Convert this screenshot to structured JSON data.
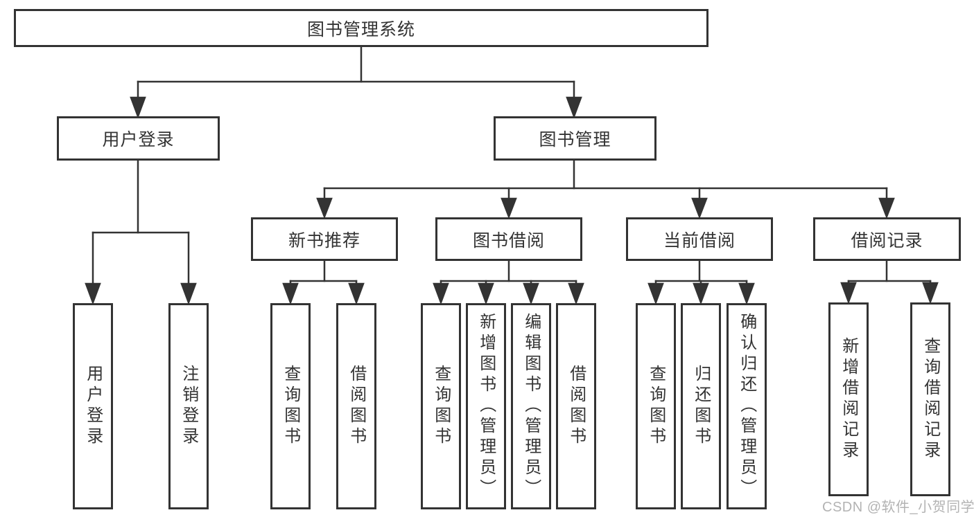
{
  "nodes": {
    "root": {
      "label": "图书管理系统"
    },
    "branches": [
      {
        "label": "用户登录"
      },
      {
        "label": "图书管理"
      }
    ],
    "modules": [
      {
        "label": "新书推荐"
      },
      {
        "label": "图书借阅"
      },
      {
        "label": "当前借阅"
      },
      {
        "label": "借阅记录"
      }
    ],
    "leaves": [
      {
        "label": "用户登录",
        "parent": "用户登录"
      },
      {
        "label": "注销登录",
        "parent": "用户登录"
      },
      {
        "label": "查询图书",
        "parent": "新书推荐"
      },
      {
        "label": "借阅图书",
        "parent": "新书推荐"
      },
      {
        "label": "查询图书",
        "parent": "图书借阅"
      },
      {
        "label": "新增图书（管理员）",
        "parent": "图书借阅"
      },
      {
        "label": "编辑图书（管理员）",
        "parent": "图书借阅"
      },
      {
        "label": "借阅图书",
        "parent": "图书借阅"
      },
      {
        "label": "查询图书",
        "parent": "当前借阅"
      },
      {
        "label": "归还图书",
        "parent": "当前借阅"
      },
      {
        "label": "确认归还（管理员）",
        "parent": "当前借阅"
      },
      {
        "label": "新增借阅记录",
        "parent": "借阅记录"
      },
      {
        "label": "查询借阅记录",
        "parent": "借阅记录"
      }
    ]
  },
  "hierarchy": {
    "图书管理系统": [
      "用户登录",
      "图书管理"
    ],
    "用户登录": [
      "用户登录",
      "注销登录"
    ],
    "图书管理": [
      "新书推荐",
      "图书借阅",
      "当前借阅",
      "借阅记录"
    ],
    "新书推荐": [
      "查询图书",
      "借阅图书"
    ],
    "图书借阅": [
      "查询图书",
      "新增图书（管理员）",
      "编辑图书（管理员）",
      "借阅图书"
    ],
    "当前借阅": [
      "查询图书",
      "归还图书",
      "确认归还（管理员）"
    ],
    "借阅记录": [
      "新增借阅记录",
      "查询借阅记录"
    ]
  },
  "watermark": {
    "text": "CSDN @软件_小贺同学",
    "color": "#b3b3b3"
  },
  "colors": {
    "line": "#333333",
    "text": "#333333",
    "box_background": "#ffffff",
    "page_background": "#ffffff"
  }
}
